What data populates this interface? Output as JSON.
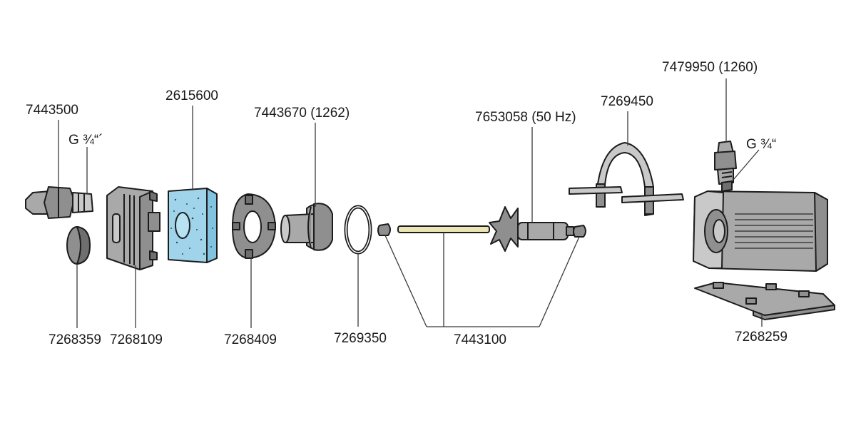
{
  "labels": {
    "p7443500": "7443500",
    "thread_left": "G ¾“´",
    "p2615600": "2615600",
    "p7443670": "7443670 (1262)",
    "p7653058": "7653058 (50 Hz)",
    "p7269450": "7269450",
    "p7479950": "7479950 (1260)",
    "thread_right": "G ¾“",
    "p7268359": "7268359",
    "p7268109": "7268109",
    "p7268409": "7268409",
    "p7269350": "7269350",
    "p7443100": "7443100",
    "p7268259": "7268259"
  },
  "colors": {
    "part_grey": "#a9a9a9",
    "sponge_blue": "#9fd4ea",
    "shaft_cream": "#ece6b4",
    "outline": "#1c1c1c"
  }
}
